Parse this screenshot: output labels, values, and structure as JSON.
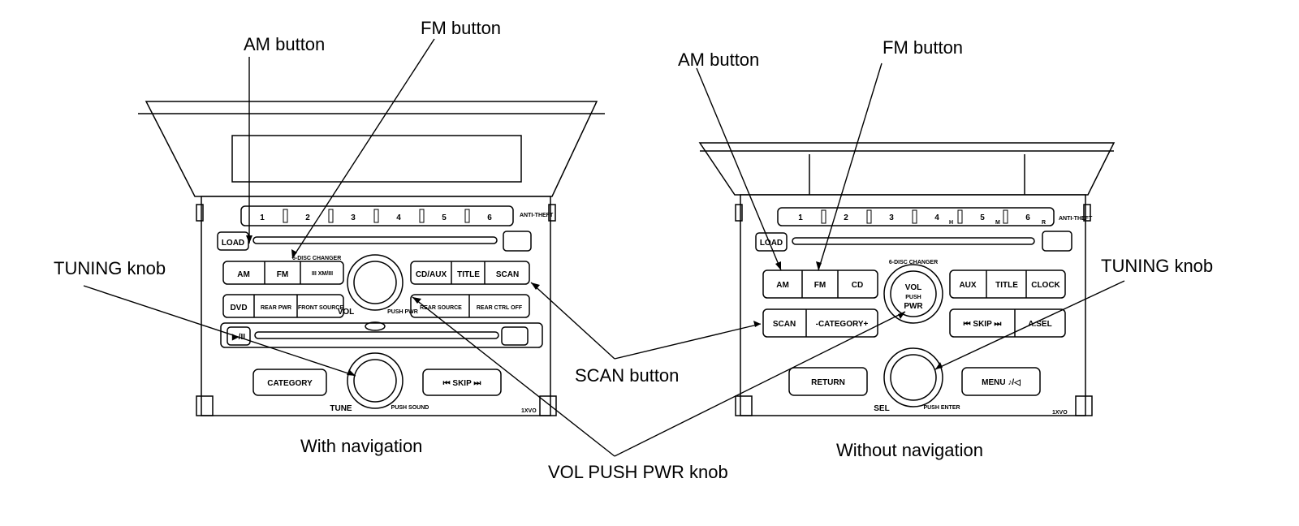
{
  "callouts": {
    "am_left": "AM button",
    "fm_left": "FM button",
    "tuning_left": "TUNING knob",
    "am_right": "AM button",
    "fm_right": "FM button",
    "tuning_right": "TUNING knob",
    "scan": "SCAN button",
    "vol": "VOL PUSH PWR knob"
  },
  "captions": {
    "left": "With navigation",
    "right": "Without navigation"
  },
  "left_unit": {
    "presets": [
      "1",
      "2",
      "3",
      "4",
      "5",
      "6"
    ],
    "anti_theft": "ANTI-THEFT",
    "load": "LOAD",
    "changer": "6-DISC CHANGER",
    "am": "AM",
    "fm": "FM",
    "xm": "III XM/III",
    "cd_aux": "CD/AUX",
    "title": "TITLE",
    "scan": "SCAN",
    "dvd": "DVD",
    "rear_pwr": "REAR PWR",
    "front_source": "FRONT SOURCE",
    "rear_source": "REAR SOURCE",
    "rear_ctrl_off": "REAR CTRL OFF",
    "vol": "VOL",
    "push_pwr": "PUSH PWR",
    "play_pause": "▶/II",
    "category": "CATEGORY",
    "skip": "⏮  SKIP  ⏭",
    "tune": "TUNE",
    "push_sound": "PUSH SOUND",
    "model": "1XVO"
  },
  "right_unit": {
    "presets": [
      "1",
      "2",
      "3",
      "4",
      "5",
      "6"
    ],
    "preset_marks": [
      "H",
      "M",
      "R"
    ],
    "anti_theft": "ANTI-THEFT",
    "load": "LOAD",
    "changer": "6-DISC CHANGER",
    "am": "AM",
    "fm": "FM",
    "cd": "CD",
    "aux": "AUX",
    "title": "TITLE",
    "clock": "CLOCK",
    "scan": "SCAN",
    "category": "-CATEGORY+",
    "skip": "⏮ SKIP ⏭",
    "a_sel": "A.SEL",
    "vol": "VOL",
    "push": "PUSH",
    "pwr": "PWR",
    "return": "RETURN",
    "menu": "MENU ♪/◁",
    "sel": "SEL",
    "push_enter": "PUSH ENTER",
    "model": "1XVO"
  }
}
